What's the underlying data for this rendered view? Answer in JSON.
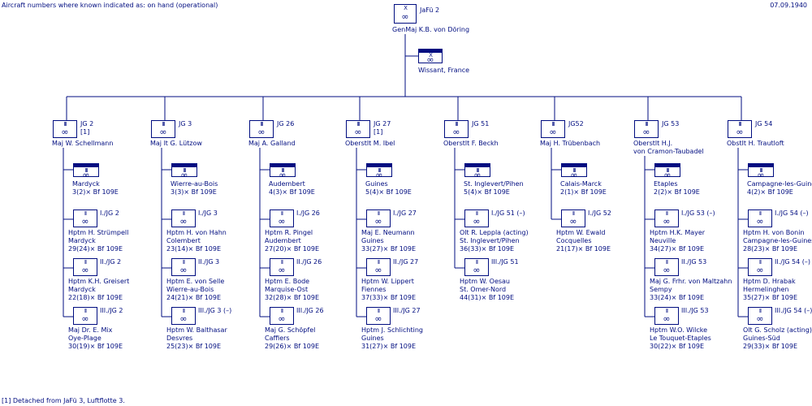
{
  "header": {
    "note": "Aircraft numbers where known indicated as: on hand (operational)",
    "date": "07.09.1940"
  },
  "footnote": "[1] Detached from JaFü 3, Luftflotte 3.",
  "top": {
    "name": "JaFü 2",
    "commander": "GenMaj  K.B. von Döring",
    "hq_location": "Wissant, France"
  },
  "groups": [
    {
      "name": "JG 2",
      "note": "[1]",
      "commander": [
        "Maj  W. Schellmann"
      ],
      "stab": {
        "location": "Mardyck",
        "aircraft": "3(2)× Bf 109E"
      },
      "units": [
        {
          "name": "I./JG 2",
          "commander": "Hptm  H. Strümpell",
          "location": "Mardyck",
          "aircraft": "29(24)× Bf 109E"
        },
        {
          "name": "II./JG 2",
          "commander": "Hptm  K.H. Greisert",
          "location": "Mardyck",
          "aircraft": "22(18)× Bf 109E"
        },
        {
          "name": "III./JG 2",
          "commander": "Maj  Dr. E. Mix",
          "location": "Oye-Plage",
          "aircraft": "30(19)× Bf 109E"
        }
      ]
    },
    {
      "name": "JG 3",
      "note": "",
      "commander": [
        "Maj  lt  G. Lützow"
      ],
      "stab": {
        "location": "Wierre-au-Bois",
        "aircraft": "3(3)× Bf 109E"
      },
      "units": [
        {
          "name": "I./JG 3",
          "commander": "Hptm  H. von Hahn",
          "location": "Colembert",
          "aircraft": "23(14)× Bf 109E"
        },
        {
          "name": "II./JG 3",
          "commander": "Hptm  E. von Selle",
          "location": "Wierre-au-Bois",
          "aircraft": "24(21)× Bf 109E"
        },
        {
          "name": "III./JG 3 (–)",
          "commander": "Hptm  W. Balthasar",
          "location": "Desvres",
          "aircraft": "25(23)× Bf 109E"
        }
      ]
    },
    {
      "name": "JG 26",
      "note": "",
      "commander": [
        "Maj  A. Galland"
      ],
      "stab": {
        "location": "Audembert",
        "aircraft": "4(3)× Bf 109E"
      },
      "units": [
        {
          "name": "I./JG 26",
          "commander": "Hptm  R. Pingel",
          "location": "Audembert",
          "aircraft": "27(20)× Bf 109E"
        },
        {
          "name": "II./JG 26",
          "commander": "Hptm  E. Bode",
          "location": "Marquise-Ost",
          "aircraft": "32(28)× Bf 109E"
        },
        {
          "name": "III./JG 26",
          "commander": "Maj  G. Schöpfel",
          "location": "Caffiers",
          "aircraft": "29(26)× Bf 109E"
        }
      ]
    },
    {
      "name": "JG 27",
      "note": "[1]",
      "commander": [
        "Oberstlt  M. Ibel"
      ],
      "stab": {
        "location": "Guines",
        "aircraft": "5(4)× Bf 109E"
      },
      "units": [
        {
          "name": "I./JG 27",
          "commander": "Maj  E. Neumann",
          "location": "Guines",
          "aircraft": "33(27)× Bf 109E"
        },
        {
          "name": "II./JG 27",
          "commander": "Hptm  W. Lippert",
          "location": "Fiennes",
          "aircraft": "37(33)× Bf 109E"
        },
        {
          "name": "III./JG 27",
          "commander": "Hptm  J. Schlichting",
          "location": "Guines",
          "aircraft": "31(27)× Bf 109E"
        }
      ]
    },
    {
      "name": "JG 51",
      "note": "",
      "commander": [
        "Oberstlt  F. Beckh"
      ],
      "stab": {
        "location": "St. Inglevert/Pihen",
        "aircraft": "5(4)× Bf 109E"
      },
      "units": [
        {
          "name": "I./JG 51 (–)",
          "commander": "Olt  R. Leppla (acting)",
          "location": "St. Inglevert/Pihen",
          "aircraft": "36(33)× Bf 109E"
        },
        {
          "name": "III./JG 51",
          "commander": "Hptm  W. Oesau",
          "location": "St. Omer-Nord",
          "aircraft": "44(31)× Bf 109E"
        }
      ]
    },
    {
      "name": "JG52",
      "note": "",
      "commander": [
        "Maj  H. Trübenbach"
      ],
      "stab": {
        "location": "Calais-Marck",
        "aircraft": "2(1)× Bf 109E"
      },
      "units": [
        {
          "name": "I./JG 52",
          "commander": "Hptm  W. Ewald",
          "location": "Cocquelles",
          "aircraft": "21(17)× Bf 109E"
        }
      ]
    },
    {
      "name": "JG 53",
      "note": "",
      "commander": [
        "Oberstlt  H.J.",
        "von Cramon-Taubadel"
      ],
      "stab": {
        "location": "Etaples",
        "aircraft": "2(2)× Bf 109E"
      },
      "units": [
        {
          "name": "I./JG 53 (–)",
          "commander": "Hptm  H.K. Mayer",
          "location": "Neuville",
          "aircraft": "34(27)× Bf 109E"
        },
        {
          "name": "II./JG 53",
          "commander": "Maj  G. Frhr. von Maltzahn",
          "location": "Sempy",
          "aircraft": "33(24)× Bf 109E"
        },
        {
          "name": "III./JG 53",
          "commander": "Hptm  W.O. Wilcke",
          "location": "Le Touquet-Etaples",
          "aircraft": "30(22)× Bf 109E"
        }
      ]
    },
    {
      "name": "JG 54",
      "note": "",
      "commander": [
        "Obstlt  H. Trautloft"
      ],
      "stab": {
        "location": "Campagne-les-Guines",
        "aircraft": "4(2)× Bf 109E"
      },
      "units": [
        {
          "name": "I./JG 54 (–)",
          "commander": "Hptm  H. von Bonin",
          "location": "Campagne-les-Guines",
          "aircraft": "28(23)× Bf 109E"
        },
        {
          "name": "II./JG 54 (–)",
          "commander": "Hptm  D. Hrabak",
          "location": "Hermelinghen",
          "aircraft": "35(27)× Bf 109E"
        },
        {
          "name": "III./JG 54 (–)",
          "commander": "Olt  G. Scholz (acting)",
          "location": "Guines-Süd",
          "aircraft": "29(33)× Bf 109E"
        }
      ]
    }
  ],
  "symbols": {
    "pips_geschwader": "III",
    "pips_gruppe": "II",
    "pips_command": "X",
    "air_glyph": "∞"
  },
  "colors": {
    "ink": "#000d80",
    "background": "#ffffff"
  }
}
